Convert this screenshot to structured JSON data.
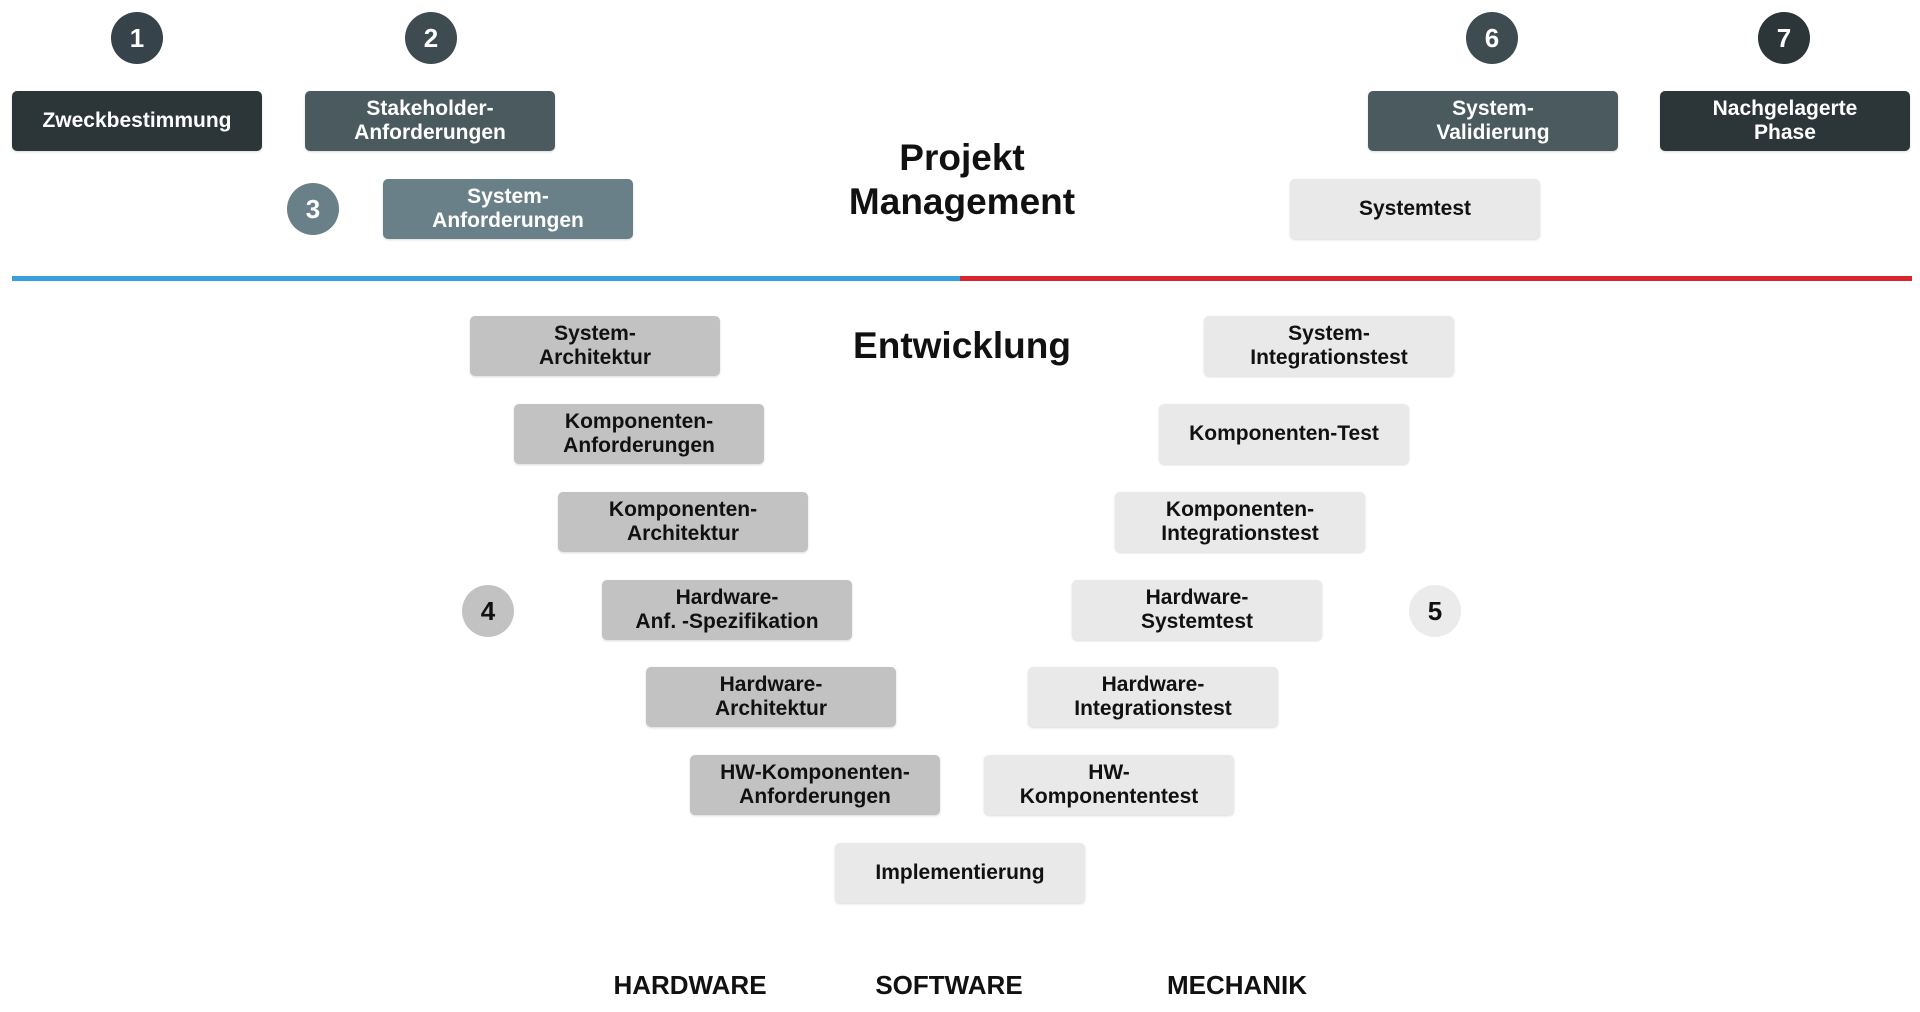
{
  "phases": {
    "n1": "1",
    "n2": "2",
    "n3": "3",
    "n4": "4",
    "n5": "5",
    "n6": "6",
    "n7": "7",
    "zweckbestimmung": "Zweckbestimmung",
    "stakeholder": "Stakeholder-\nAnforderungen",
    "system_anf": "System-\nAnforderungen",
    "system_validierung": "System-\nValidierung",
    "nachgelagerte": "Nachgelagerte\nPhase",
    "systemtest": "Systemtest"
  },
  "titles": {
    "projekt_management": "Projekt\nManagement",
    "entwicklung": "Entwicklung"
  },
  "colors": {
    "left_line": "#3aa0dc",
    "right_line": "#d9262e"
  },
  "left_v": [
    "System-\nArchitektur",
    "Komponenten-\nAnforderungen",
    "Komponenten-\nArchitektur",
    "Hardware-\nAnf. -Spezifikation",
    "Hardware-\nArchitektur",
    "HW-Komponenten-\nAnforderungen"
  ],
  "right_v": [
    "System-\nIntegrationstest",
    "Komponenten-Test",
    "Komponenten-\nIntegrationstest",
    "Hardware-\nSystemtest",
    "Hardware-\nIntegrationstest",
    "HW-\nKomponententest"
  ],
  "bottom": "Implementierung",
  "categories": [
    "HARDWARE",
    "SOFTWARE",
    "MECHANIK"
  ]
}
